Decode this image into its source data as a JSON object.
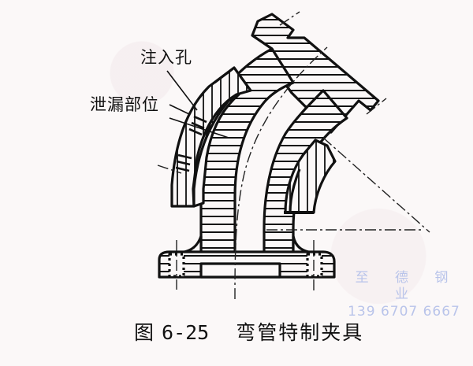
{
  "figure": {
    "number_prefix": "图",
    "number": "6-25",
    "title": "弯管特制夹具"
  },
  "annotations": [
    {
      "id": "injection-hole",
      "text": "注入孔"
    },
    {
      "id": "leak-location",
      "text": "泄漏部位"
    }
  ],
  "watermark": {
    "company": "至 德 钢 业",
    "phone": "139 6707 6667",
    "color": "#b9c4ea"
  },
  "colors": {
    "line": "#111111",
    "paper": "#fbf8f8",
    "center_line": "#222222"
  }
}
